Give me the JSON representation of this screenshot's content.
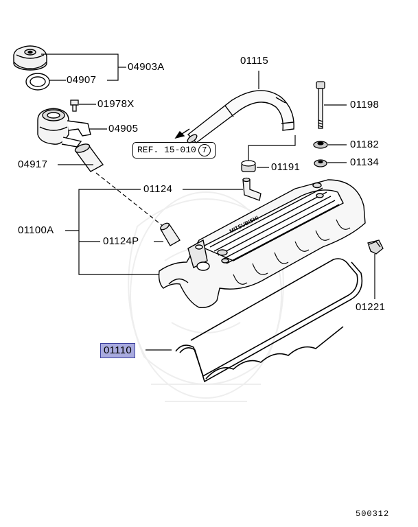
{
  "parts": {
    "p04903A": "04903A",
    "p04907": "04907",
    "p01978X": "01978X",
    "p04905": "04905",
    "p04917": "04917",
    "p01115": "01115",
    "p01198": "01198",
    "p01182": "01182",
    "p01134": "01134",
    "p01191": "01191",
    "p01124": "01124",
    "p01100A": "01100A",
    "p01124P": "01124P",
    "p01221": "01221",
    "p01110": "01110"
  },
  "reference": {
    "text": "REF. 15-010",
    "circle": "7"
  },
  "embossed_text": "MITSUBISHI",
  "diagram_code": "500312",
  "colors": {
    "highlight_fill": "#a9abdf",
    "highlight_border": "#3b3f9e",
    "line": "#000000"
  }
}
